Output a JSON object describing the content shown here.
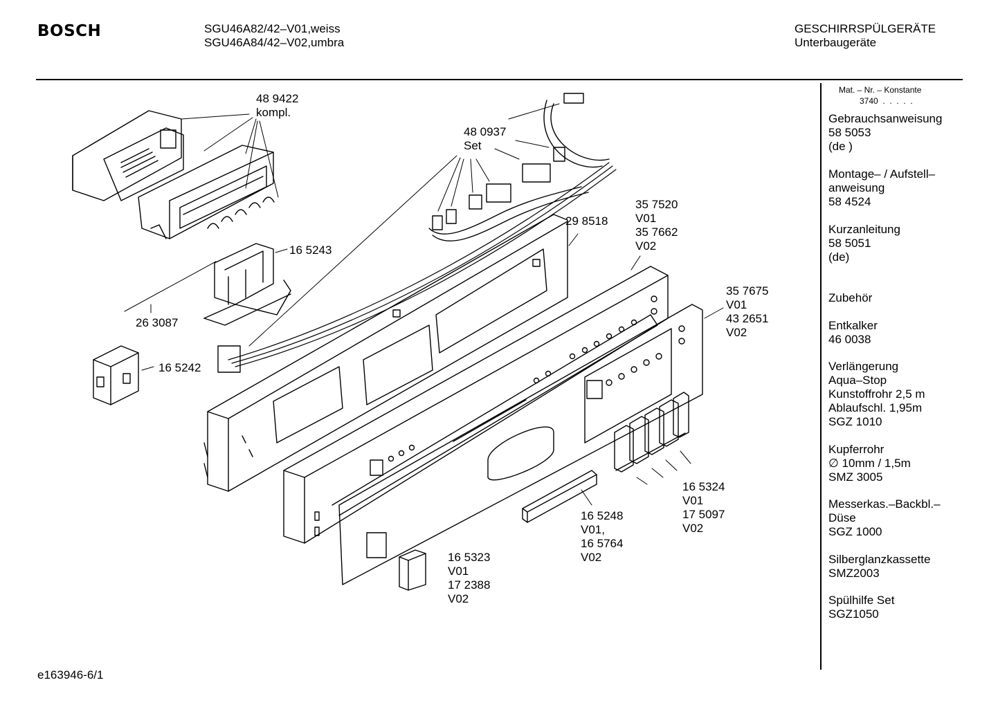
{
  "header": {
    "brand": "BOSCH",
    "models": [
      "SGU46A82/42–V01,weiss",
      "SGU46A84/42–V02,umbra"
    ],
    "category": [
      "GESCHIRRSPÜLGERÄTE",
      "Unterbaugeräte"
    ]
  },
  "callouts": [
    {
      "id": "c489422",
      "lines": [
        "48 9422",
        "kompl."
      ]
    },
    {
      "id": "c480937",
      "lines": [
        "48 0937",
        "Set"
      ]
    },
    {
      "id": "c165243",
      "lines": [
        "16 5243"
      ]
    },
    {
      "id": "c263087",
      "lines": [
        "26 3087"
      ]
    },
    {
      "id": "c165242",
      "lines": [
        "16 5242"
      ]
    },
    {
      "id": "c298518",
      "lines": [
        "29 8518"
      ]
    },
    {
      "id": "c357520",
      "lines": [
        "35 7520",
        "V01",
        "35 7662",
        "V02"
      ]
    },
    {
      "id": "c357675",
      "lines": [
        "35 7675",
        "V01",
        "43 2651",
        "V02"
      ]
    },
    {
      "id": "c165324",
      "lines": [
        "16 5324",
        "V01",
        "17 5097",
        "V02"
      ]
    },
    {
      "id": "c165248",
      "lines": [
        "16 5248",
        "V01,",
        "16 5764",
        "V02"
      ]
    },
    {
      "id": "c165323",
      "lines": [
        "16 5323",
        "V01",
        "17 2388",
        "V02"
      ]
    }
  ],
  "sidebar": {
    "matnr_label": "Mat. – Nr. – Konstante",
    "matnr_value": "3740  .  .  .  .  .",
    "entries": [
      [
        "Gebrauchsanweisung",
        "58 5053",
        "(de )"
      ],
      [
        "Montage– / Aufstell–",
        "anweisung",
        "58 4524"
      ],
      [
        "Kurzanleitung",
        "58 5051",
        "(de)"
      ],
      [
        "Zubehör"
      ],
      [
        "Entkalker",
        "46 0038"
      ],
      [
        "Verlängerung",
        "Aqua–Stop",
        "Kunstoffrohr 2,5 m",
        "Ablaufschl. 1,95m",
        "SGZ 1010"
      ],
      [
        "Kupferrohr",
        "∅ 10mm / 1,5m",
        "SMZ 3005"
      ],
      [
        "Messerkas.–Backbl.–",
        "Düse",
        "SGZ 1000"
      ],
      [
        "Silberglanzkassette",
        "SMZ2003"
      ],
      [
        "Spülhilfe Set",
        "SGZ1050"
      ]
    ]
  },
  "footer": {
    "drawing_id": "e163946-6/1"
  }
}
